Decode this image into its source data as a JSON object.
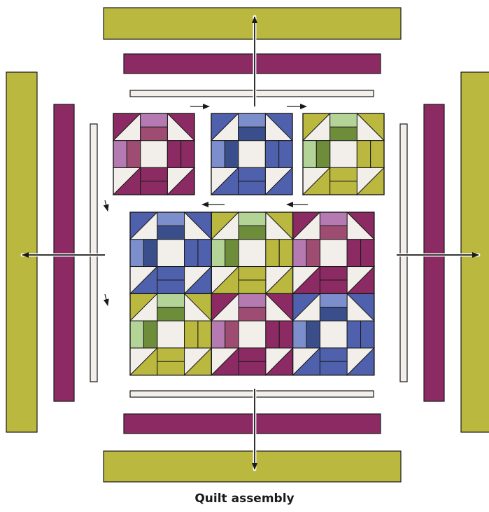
{
  "caption": "Quilt assembly",
  "colors": {
    "green": "#BAB83E",
    "magenta": "#8C2A63",
    "cream": "#F2EEEA",
    "blue": "#4F60AC",
    "blue_light": "#7C8ECC",
    "blue_dark": "#3A4E8C",
    "pink_light": "#B57AB2",
    "green_light": "#B3D496",
    "green_dark": "#6E8D3A",
    "mauve": "#9F4C72",
    "outline": "#1a1a1a"
  },
  "assembly": {
    "top_blocks": 3,
    "center_grid": {
      "rows": 2,
      "cols": 3
    },
    "border_rounds": [
      "cream",
      "magenta",
      "green"
    ]
  }
}
